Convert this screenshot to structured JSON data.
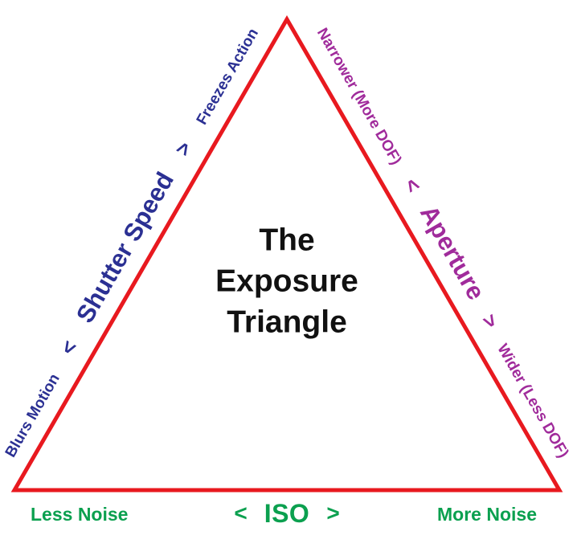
{
  "title": {
    "lines": [
      "The",
      "Exposure",
      "Triangle"
    ]
  },
  "edges": {
    "shutter": {
      "low_label": "Blurs Motion",
      "low_arrow": "<",
      "name": "Shutter Speed",
      "high_arrow": ">",
      "high_label": "Freezes Action"
    },
    "aperture": {
      "low_label": "Narrower (More DOF)",
      "low_arrow": "<",
      "name": "Aperture",
      "high_arrow": ">",
      "high_label": "Wider (Less DOF)"
    },
    "iso": {
      "low_label": "Less Noise",
      "low_arrow": "<",
      "name": "ISO",
      "high_arrow": ">",
      "high_label": "More Noise"
    }
  },
  "colors": {
    "triangle": "#e8191f",
    "shutter": "#2b3093",
    "aperture": "#a02b9b",
    "iso": "#0ba04f",
    "title": "#111111"
  }
}
